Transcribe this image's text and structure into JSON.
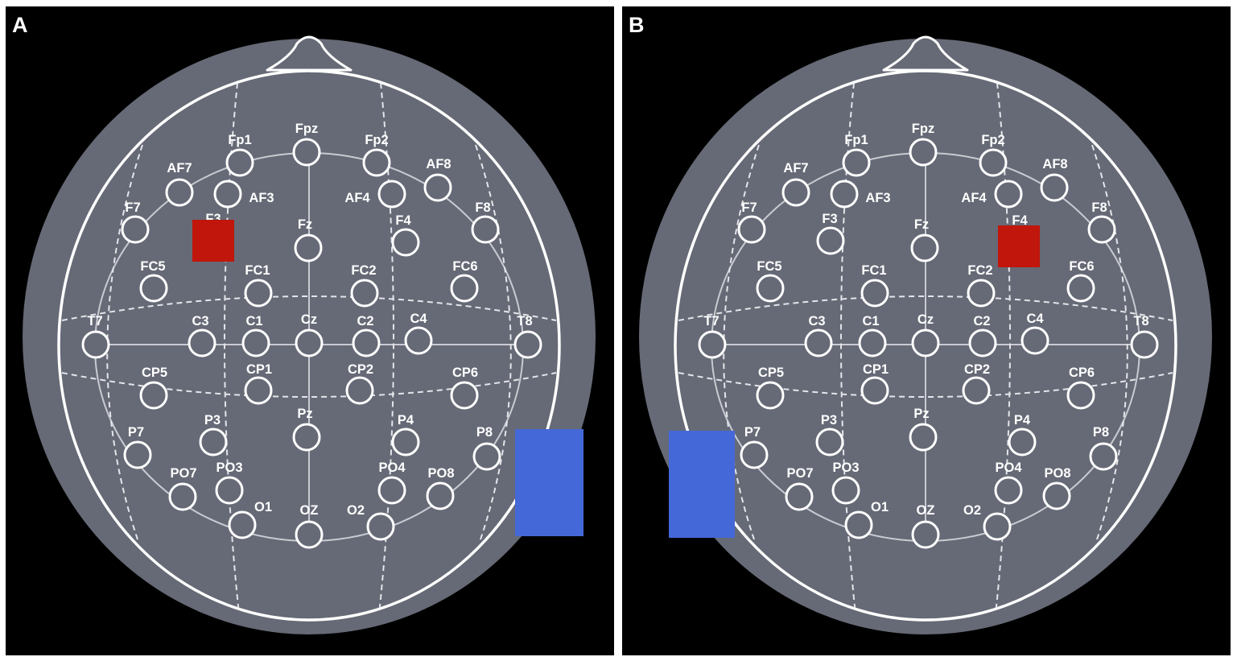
{
  "colors": {
    "background": "#000000",
    "head": "#666a76",
    "lines": "#ffffff",
    "highlight_red": "#c0160b",
    "highlight_blue": "#4468d8"
  },
  "panels": [
    {
      "letter": "A",
      "red_marker_electrode": "F3",
      "blue_marker_side": "right"
    },
    {
      "letter": "B",
      "red_marker_electrode": "F4",
      "blue_marker_side": "left"
    }
  ],
  "electrodes": [
    "Fp1",
    "Fpz",
    "Fp2",
    "AF7",
    "AF3",
    "AF4",
    "AF8",
    "F7",
    "F3",
    "Fz",
    "F4",
    "F8",
    "FC5",
    "FC1",
    "FC2",
    "FC6",
    "T7",
    "C3",
    "C1",
    "Cz",
    "C2",
    "C4",
    "T8",
    "CP5",
    "CP1",
    "CP2",
    "CP6",
    "P7",
    "P3",
    "Pz",
    "P4",
    "P8",
    "PO7",
    "PO3",
    "PO4",
    "PO8",
    "O1",
    "OZ",
    "O2"
  ]
}
